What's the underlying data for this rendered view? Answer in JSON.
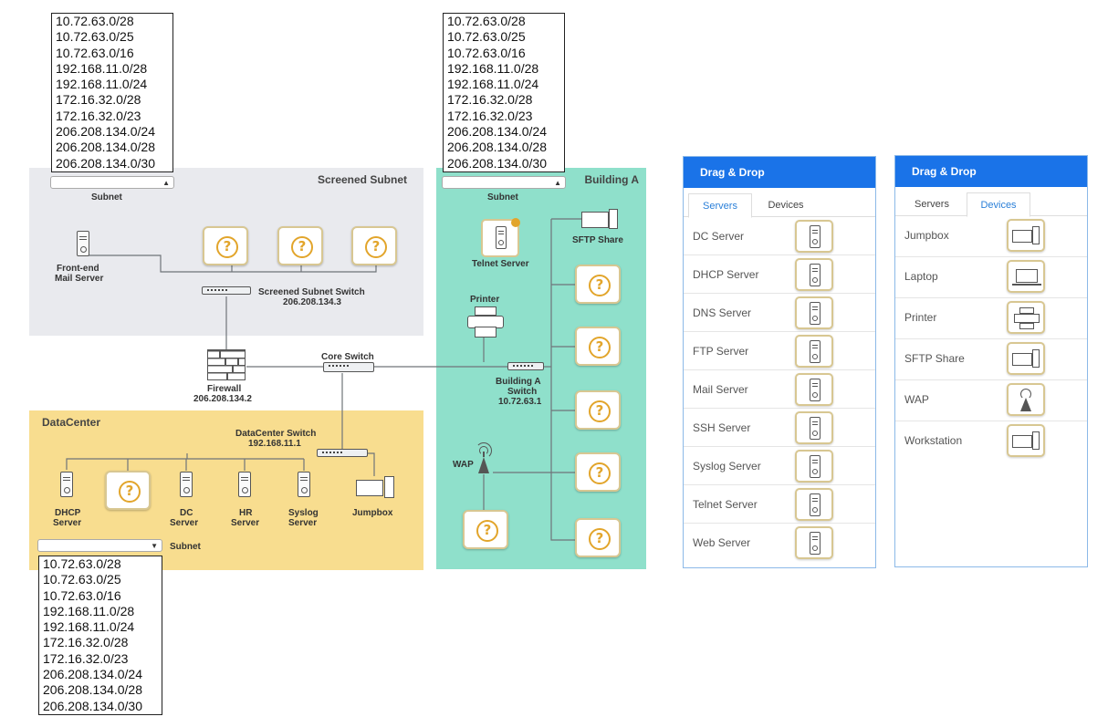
{
  "subnet_options": [
    "10.72.63.0/28",
    "10.72.63.0/25",
    "10.72.63.0/16",
    "192.168.11.0/28",
    "192.168.11.0/24",
    "172.16.32.0/28",
    "172.16.32.0/23",
    "206.208.134.0/24",
    "206.208.134.0/28",
    "206.208.134.0/30"
  ],
  "screened": {
    "title": "Screened Subnet",
    "subnet_label": "Subnet",
    "mail_label_1": "Front-end",
    "mail_label_2": "Mail Server",
    "switch_label": "Screened Subnet Switch",
    "switch_ip": "206.208.134.3"
  },
  "building": {
    "title": "Building A",
    "subnet_label": "Subnet",
    "telnet_label": "Telnet Server",
    "sftp_label": "SFTP Share",
    "printer_label": "Printer",
    "switch_label_1": "Building A",
    "switch_label_2": "Switch",
    "switch_ip": "10.72.63.1",
    "wap_label": "WAP"
  },
  "core": {
    "firewall_label": "Firewall",
    "firewall_ip": "206.208.134.2",
    "core_switch_label": "Core Switch"
  },
  "datacenter": {
    "title": "DataCenter",
    "switch_label": "DataCenter Switch",
    "switch_ip": "192.168.11.1",
    "subnet_label": "Subnet",
    "dhcp_1": "DHCP",
    "dhcp_2": "Server",
    "dc_1": "DC",
    "dc_2": "Server",
    "hr_1": "HR",
    "hr_2": "Server",
    "syslog_1": "Syslog",
    "syslog_2": "Server",
    "jumpbox": "Jumpbox"
  },
  "panel_servers": {
    "header": "Drag & Drop",
    "tab_servers": "Servers",
    "tab_devices": "Devices",
    "items": [
      "DC Server",
      "DHCP Server",
      "DNS Server",
      "FTP Server",
      "Mail Server",
      "SSH Server",
      "Syslog Server",
      "Telnet Server",
      "Web Server"
    ]
  },
  "panel_devices": {
    "header": "Drag & Drop",
    "tab_servers": "Servers",
    "tab_devices": "Devices",
    "items": [
      "Jumpbox",
      "Laptop",
      "Printer",
      "SFTP Share",
      "WAP",
      "Workstation"
    ]
  },
  "colors": {
    "accent": "#1a73e8",
    "question": "#e2a52b",
    "screened_bg": "#e9eaee",
    "building_bg": "#8fe0cb",
    "dc_bg": "#f8dd8f"
  }
}
